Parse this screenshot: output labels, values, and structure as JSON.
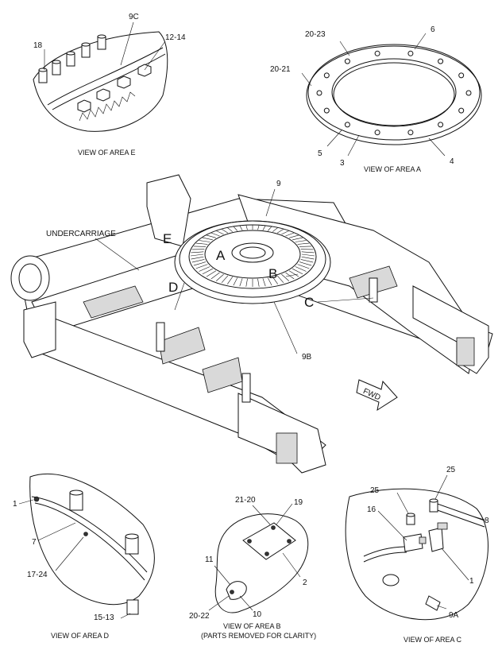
{
  "callouts": {
    "e_18": "18",
    "e_9c": "9C",
    "e_12_14": "12-14",
    "a_20_23": "20-23",
    "a_6": "6",
    "a_20_21": "20-21",
    "a_5": "5",
    "a_3": "3",
    "a_4": "4",
    "m_9": "9",
    "m_undercarriage": "UNDERCARRIAGE",
    "m_9b": "9B",
    "m_fwd": "FWD",
    "d_1": "1",
    "d_7": "7",
    "d_17_24": "17-24",
    "d_15_13": "15-13",
    "b_21_20": "21-20",
    "b_19": "19",
    "b_2": "2",
    "b_11": "11",
    "b_20_22": "20-22",
    "b_10": "10",
    "c_25a": "25",
    "c_25b": "25",
    "c_16": "16",
    "c_8": "8",
    "c_1": "1",
    "c_9a": "9A"
  },
  "area_letters": {
    "a": "A",
    "b": "B",
    "c": "C",
    "d": "D",
    "e": "E"
  },
  "captions": {
    "view_e": "VIEW OF AREA E",
    "view_a": "VIEW OF AREA A",
    "view_d": "VIEW OF AREA D",
    "view_b_1": "VIEW OF AREA B",
    "view_b_2": "(PARTS REMOVED FOR CLARITY)",
    "view_c": "VIEW OF AREA C"
  }
}
